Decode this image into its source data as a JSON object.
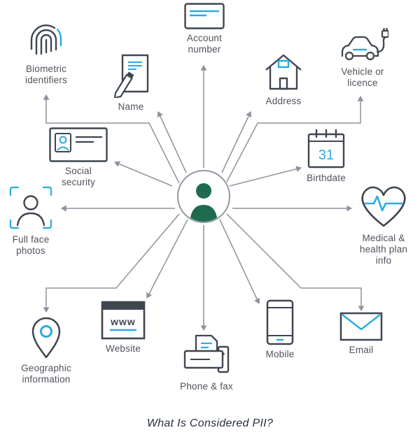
{
  "title": "What Is Considered PII?",
  "colors": {
    "accent_blue": "#29abe2",
    "icon_gray": "#3f4650",
    "person_green": "#1e6b4f",
    "line_gray": "#8d939c",
    "label_gray": "#4d525b"
  },
  "center": {
    "icon": "person-icon"
  },
  "items": [
    {
      "id": "biometric-identifiers",
      "label": "Biometric identifiers",
      "icon": "fingerprint-icon"
    },
    {
      "id": "account-number",
      "label": "Account number",
      "icon": "credit-card-icon"
    },
    {
      "id": "name",
      "label": "Name",
      "icon": "signed-document-icon"
    },
    {
      "id": "address",
      "label": "Address",
      "icon": "house-icon"
    },
    {
      "id": "vehicle-or-licence",
      "label": "Vehicle or licence",
      "icon": "electric-car-icon"
    },
    {
      "id": "social-security",
      "label": "Social security",
      "icon": "id-card-icon"
    },
    {
      "id": "birthdate",
      "label": "Birthdate",
      "icon": "calendar-icon",
      "calendar_day": "31"
    },
    {
      "id": "full-face-photos",
      "label": "Full face photos",
      "icon": "portrait-frame-icon"
    },
    {
      "id": "medical-health-plan-info",
      "label": "Medical & health plan info",
      "icon": "heart-pulse-icon"
    },
    {
      "id": "geographic-information",
      "label": "Geographic information",
      "icon": "map-pin-icon"
    },
    {
      "id": "website",
      "label": "Website",
      "icon": "browser-www-icon",
      "icon_text": "www"
    },
    {
      "id": "phone-fax",
      "label": "Phone & fax",
      "icon": "fax-machine-icon"
    },
    {
      "id": "mobile",
      "label": "Mobile",
      "icon": "smartphone-icon"
    },
    {
      "id": "email",
      "label": "Email",
      "icon": "envelope-icon"
    }
  ]
}
